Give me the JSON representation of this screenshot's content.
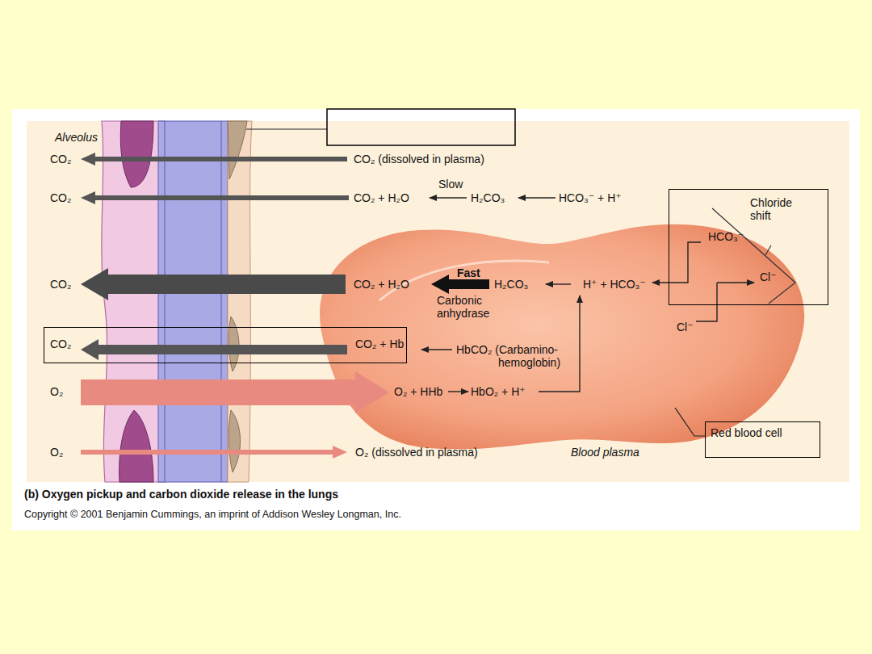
{
  "diagram": {
    "caption": "(b) Oxygen pickup and carbon dioxide release in the lungs",
    "nodes": [
      {
        "text": [
          "Chloride shift",
          "HCO₃⁻",
          "Cl⁻"
        ]
      },
      {
        "text": [
          "CO₂",
          "CO₂ + Hb"
        ]
      },
      {
        "text": [
          "Red blood cell"
        ]
      }
    ],
    "labels": [
      "Alveolus",
      "CO₂",
      "CO₂ (dissolved in plasma)",
      "Slow",
      "CO₂",
      "CO₂ + H₂O",
      "H₂CO₃",
      "HCO₃⁻ + H⁺",
      "CO₂",
      "Fast",
      "CO₂ + H₂O",
      "H₂CO₃",
      "H⁺ + HCO₃⁻",
      "Carbonic anhydrase",
      "Cl⁻",
      "HbCO₂ (Carbamino- hemoglobin)",
      "O₂",
      "O₂ + HHb",
      "HbO₂ + H⁺",
      "O₂",
      "O₂ (dissolved in plasma)",
      "Blood plasma",
      "Copyright © 2001 Benjamin Cummings, an imprint of Addison Wesley Longman, Inc."
    ]
  }
}
